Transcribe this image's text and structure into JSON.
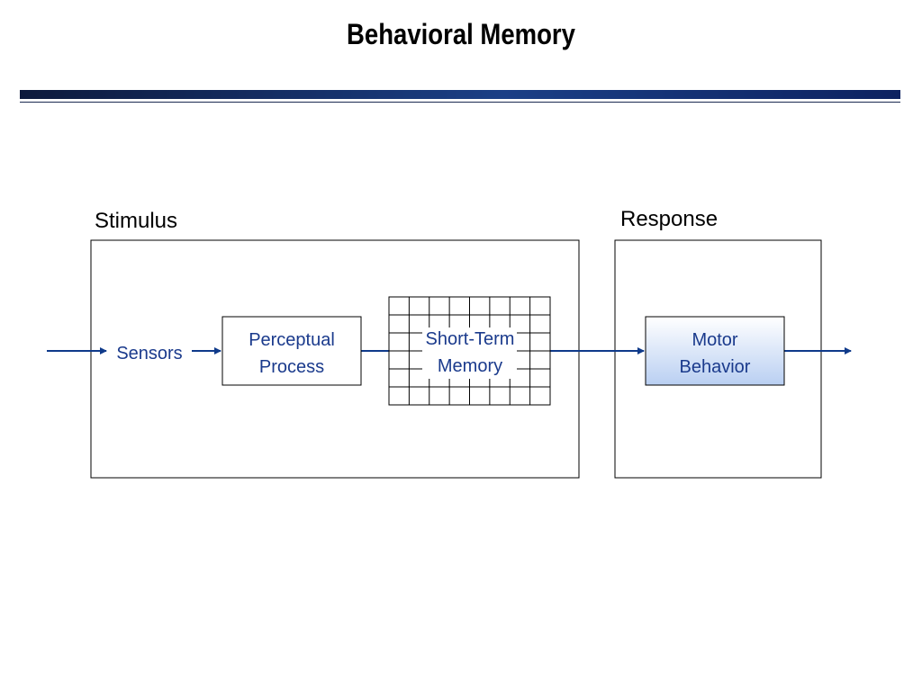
{
  "slide": {
    "title": "Behavioral Memory"
  },
  "diagram": {
    "stimulus_label": "Stimulus",
    "response_label": "Response",
    "sensors_label": "Sensors",
    "perceptual_line1": "Perceptual",
    "perceptual_line2": "Process",
    "stm_line1": "Short-Term",
    "stm_line2": "Memory",
    "motor_line1": "Motor",
    "motor_line2": "Behavior"
  },
  "colors": {
    "accent": "#1a3a8c",
    "arrow": "#0f3a8a",
    "motor_fill_top": "#ffffff",
    "motor_fill_bottom": "#b9cff2"
  }
}
